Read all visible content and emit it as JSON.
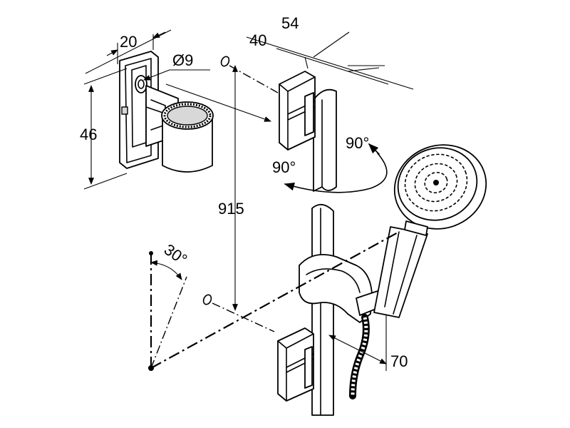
{
  "dimensions": {
    "bracket_depth": "20",
    "hole_diameter": "Ø9",
    "bracket_height": "46",
    "slider_width_a": "40",
    "slider_width_b": "54",
    "rotation_right": "90°",
    "rotation_left": "90°",
    "rail_length": "915",
    "tilt_angle": "30°",
    "holder_offset": "70"
  },
  "icons": [
    "wall-bracket-icon",
    "slider-rail-icon",
    "hand-shower-icon",
    "shower-hose-icon"
  ]
}
